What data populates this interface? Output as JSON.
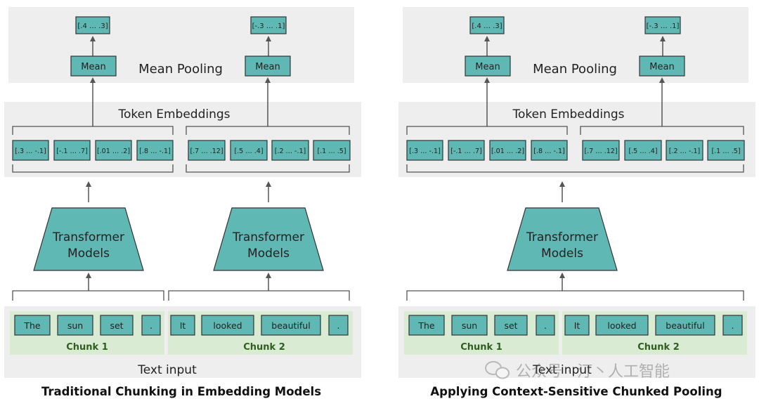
{
  "colors": {
    "panel_bg": "#eeeeee",
    "box_fill": "#5fb8b3",
    "box_stroke": "#333333",
    "chunk_bg": "#d9ebd3",
    "chunk_text": "#2f5e1e",
    "arrow": "#555555",
    "bracket": "#555555"
  },
  "diagrams": [
    {
      "caption": "Traditional Chunking in Embedding Models",
      "mean_pooling_label": "Mean Pooling",
      "token_embeddings_label": "Token Embeddings",
      "text_input_label": "Text input",
      "transformer_labels": [
        [
          "Transformer",
          "Models"
        ],
        [
          "Transformer",
          "Models"
        ]
      ],
      "mean_labels": [
        "Mean",
        "Mean"
      ],
      "outputs": [
        "[.4 … .3]",
        "[-.3 … .1]"
      ],
      "embeddings": [
        [
          "[.3 … -.1]",
          "[-.1 … .7]",
          "[.01 … .2]",
          "[.8 … -.1]"
        ],
        [
          "[.7 … .12]",
          "[.5 … .4]",
          "[.2 … -.1]",
          "[.1 … .5]"
        ]
      ],
      "chunks": [
        {
          "label": "Chunk 1",
          "tokens": [
            "The",
            "sun",
            "set",
            "."
          ]
        },
        {
          "label": "Chunk 2",
          "tokens": [
            "It",
            "looked",
            "beautiful",
            "."
          ]
        }
      ]
    },
    {
      "caption": "Applying Context-Sensitive Chunked Pooling",
      "mean_pooling_label": "Mean Pooling",
      "token_embeddings_label": "Token Embeddings",
      "text_input_label": "Text input",
      "transformer_labels": [
        [
          "Transformer",
          "Models"
        ]
      ],
      "mean_labels": [
        "Mean",
        "Mean"
      ],
      "outputs": [
        "[.4 … .3]",
        "[-.3 … .1]"
      ],
      "embeddings": [
        [
          "[.3 … -.1]",
          "[-.1 … .7]",
          "[.01 … .2]",
          "[.8 … -.1]"
        ],
        [
          "[.7 … .12]",
          "[.5 … .4]",
          "[.2 … -.1]",
          "[.1 … .5]"
        ]
      ],
      "chunks": [
        {
          "label": "Chunk 1",
          "tokens": [
            "The",
            "sun",
            "set",
            "."
          ]
        },
        {
          "label": "Chunk 2",
          "tokens": [
            "It",
            "looked",
            "beautiful",
            "."
          ]
        }
      ]
    }
  ],
  "watermark": "公众号 · 汀丶人工智能"
}
